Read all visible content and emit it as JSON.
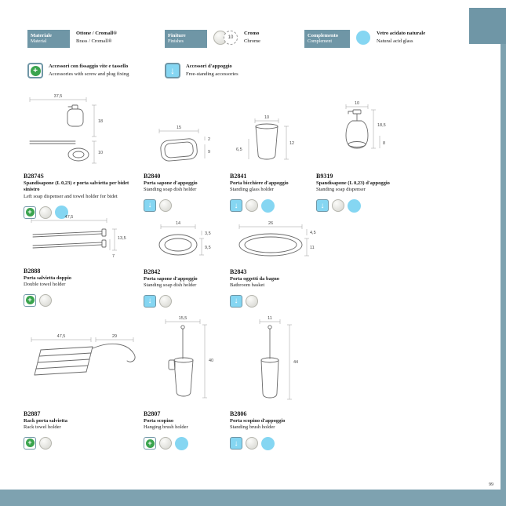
{
  "page": {
    "number": "99"
  },
  "icons": {
    "plus": "+",
    "down_arrow": "↓"
  },
  "theme": {
    "teal": "#6f96a6",
    "strip": "#7ea2b0",
    "light_blue": "#85d6f2",
    "green": "#3aa44e"
  },
  "legend": {
    "material": {
      "badge_line1": "Materiale",
      "badge_line2": "Material",
      "value_line1": "Ottone / Cromall®",
      "value_line2": "Brass / Cromall®"
    },
    "finish": {
      "badge_line1": "Finiture",
      "badge_line2": "Finishes",
      "code": "10",
      "value_line1": "Cromo",
      "value_line2": "Chrome"
    },
    "complement": {
      "badge_line1": "Complemento",
      "badge_line2": "Complement",
      "value_line1": "Vetro acidato naturale",
      "value_line2": "Natural acid glass"
    }
  },
  "fixings": {
    "screw": {
      "line1": "Accessori con fissaggio vite e tassello",
      "line2": "Accessories with screw and plug fixing"
    },
    "freestanding": {
      "line1": "Accessori d'appoggio",
      "line2": "Free-standing accessories"
    }
  },
  "products": [
    {
      "code": "B2874S",
      "name_it": "Spandisapone (L 0,23) e porta salvietta per bidet sinistro",
      "name_en": "Left soap dispenser and towel holder for bidet",
      "dims": [
        "37,5",
        "18",
        "10"
      ]
    },
    {
      "code": "B2840",
      "name_it": "Porta sapone d'appoggio",
      "name_en": "Standing soap dish holder",
      "dims": [
        "15",
        "2",
        "9"
      ]
    },
    {
      "code": "B2841",
      "name_it": "Porta bicchiere d'appoggio",
      "name_en": "Standing glass holder",
      "dims": [
        "10",
        "12",
        "6,5"
      ]
    },
    {
      "code": "B9319",
      "name_it": "Spandisapone (L 0,23) d'appoggio",
      "name_en": "Standing soap dispenser",
      "dims": [
        "10",
        "18,5",
        "8"
      ]
    },
    {
      "code": "B2888",
      "name_it": "Porta salvietta doppio",
      "name_en": "Double towel holder",
      "dims": [
        "47,5",
        "13,5",
        "7"
      ]
    },
    {
      "code": "B2842",
      "name_it": "Porta sapone d'appoggio",
      "name_en": "Standing soap dish holder",
      "dims": [
        "14",
        "3,5",
        "9,5"
      ]
    },
    {
      "code": "B2843",
      "name_it": "Porta oggetti da bagno",
      "name_en": "Bathroom basket",
      "dims": [
        "26",
        "4,5",
        "11"
      ]
    },
    {
      "code": "B2887",
      "name_it": "Rack porta salvietta",
      "name_en": "Rack towel holder",
      "dims": [
        "47,5",
        "29"
      ]
    },
    {
      "code": "B2807",
      "name_it": "Porta scopino",
      "name_en": "Hanging brush holder",
      "dims": [
        "15,5",
        "40"
      ]
    },
    {
      "code": "B2806",
      "name_it": "Porta scopino d'appoggio",
      "name_en": "Standing brush holder",
      "dims": [
        "11",
        "44"
      ]
    }
  ]
}
